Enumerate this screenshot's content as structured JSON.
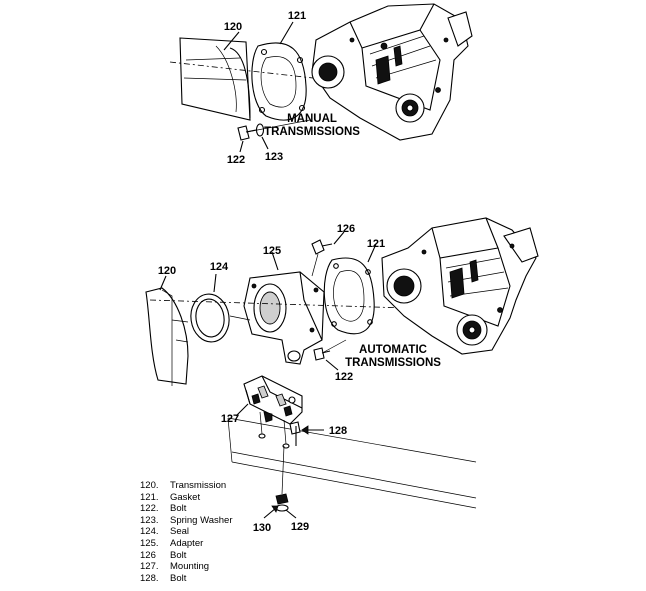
{
  "callouts": {
    "manual": {
      "transmission": "120",
      "gasket": "121",
      "bolt": "122",
      "washer": "123"
    },
    "automatic": {
      "transmission": "120",
      "seal": "124",
      "adapter": "125",
      "bolt_top": "126",
      "gasket": "121",
      "bolt": "122"
    },
    "mounting": {
      "mounting": "127",
      "bolt": "128",
      "n130": "130",
      "n129": "129"
    }
  },
  "captions": {
    "manual": [
      "MANUAL",
      "TRANSMISSIONS"
    ],
    "automatic": [
      "AUTOMATIC",
      "TRANSMISSIONS"
    ]
  },
  "legend": [
    {
      "num": "120.",
      "label": "Transmission"
    },
    {
      "num": "121.",
      "label": "Gasket"
    },
    {
      "num": "122.",
      "label": "Bolt"
    },
    {
      "num": "123.",
      "label": "Spring Washer"
    },
    {
      "num": "124.",
      "label": "Seal"
    },
    {
      "num": "125.",
      "label": "Adapter"
    },
    {
      "num": "126",
      "label": "Bolt"
    },
    {
      "num": "127.",
      "label": "Mounting"
    },
    {
      "num": "128.",
      "label": "Bolt"
    }
  ]
}
